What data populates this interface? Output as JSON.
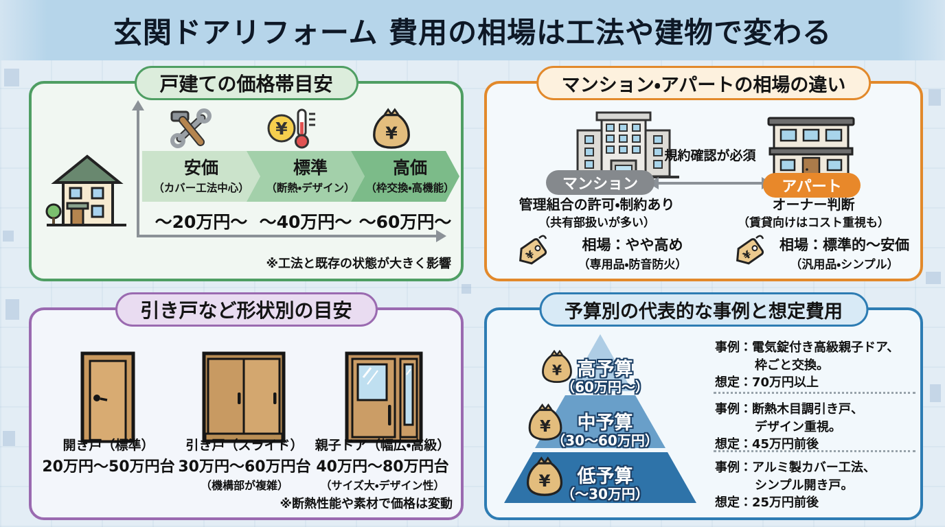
{
  "header": {
    "title": "玄関ドアリフォーム 費用の相場は工法や建物で変わる"
  },
  "panels": {
    "detached": {
      "title": "戸建ての価格帯目安",
      "tiers": [
        {
          "label": "安価",
          "sub": "（カバー工法中心）",
          "price": "～20万円～"
        },
        {
          "label": "標準",
          "sub": "（断熱・デザイン）",
          "price": "～40万円～"
        },
        {
          "label": "高価",
          "sub": "（枠交換・高機能）",
          "price": "～60万円～"
        }
      ],
      "note": "※工法と既存の状態が大きく影響"
    },
    "mansion_apart": {
      "title": "マンション・アパートの相場の違い",
      "arrow_label": "規約確認が必須",
      "mansion": {
        "label": "マンション",
        "line1": "管理組合の許可・制約あり",
        "line2": "（共有部扱いが多い）",
        "market1": "相場：やや高め",
        "market2": "（専用品・防音防火）"
      },
      "apart": {
        "label": "アパート",
        "line1": "オーナー判断",
        "line2": "（賃貸向けはコスト重視も）",
        "market1": "相場：標準的～安価",
        "market2": "（汎用品・シンプル）"
      }
    },
    "door_shapes": {
      "title": "引き戸など形状別の目安",
      "doors": [
        {
          "name": "開き戸（標準）",
          "price": "20万円～50万円台",
          "sub": ""
        },
        {
          "name": "引き戸（スライド）",
          "price": "30万円～60万円台",
          "sub": "（機構部が複雑）"
        },
        {
          "name": "親子ドア（幅広・高級）",
          "price": "40万円～80万円台",
          "sub": "（サイズ大・デザイン性）"
        }
      ],
      "note": "※断熱性能や素材で価格は変動"
    },
    "budget": {
      "title": "予算別の代表的な事例と想定費用",
      "tiers": [
        {
          "label": "高予算",
          "range": "（60万円～）",
          "case_line1": "事例：電気錠付き高級親子ドア、",
          "case_line2": "枠ごと交換。",
          "estimate": "想定：70万円以上"
        },
        {
          "label": "中予算",
          "range": "（30～60万円）",
          "case_line1": "事例：断熱木目調引き戸、",
          "case_line2": "デザイン重視。",
          "estimate": "想定：45万円前後"
        },
        {
          "label": "低予算",
          "range": "（～30万円）",
          "case_line1": "事例：アルミ製カバー工法、",
          "case_line2": "シンプル開き戸。",
          "estimate": "想定：25万円前後"
        }
      ]
    }
  },
  "icons": {
    "house": "house-icon",
    "tools": "tools-icon",
    "coin_thermometer": "coin-thermometer-icon",
    "money_bag": "money-bag-icon",
    "mansion_building": "mansion-building-icon",
    "apartment_building": "apartment-building-icon",
    "price_tag": "price-tag-icon",
    "hinged_door": "hinged-door-icon",
    "sliding_door": "sliding-door-icon",
    "parent_child_door": "parent-child-door-icon"
  },
  "colors": {
    "header_bg": "#b6d5ea",
    "header_text": "#0e1826",
    "canvas_bg": "#e3edf5",
    "green_border": "#4f9e63",
    "orange_border": "#e2892b",
    "purple_border": "#9a6ab0",
    "blue_border": "#2d7cb3",
    "chevron_cheap": "#cbe3cb",
    "chevron_standard": "#a3d0aa",
    "chevron_expensive": "#7cbb89",
    "mansion_pill": "#85898d",
    "apart_pill": "#e8882a",
    "pyramid_top": "#aecde5",
    "pyramid_mid": "#699fc9",
    "pyramid_bottom": "#2e73a9",
    "axis_gray": "#8b9197"
  }
}
